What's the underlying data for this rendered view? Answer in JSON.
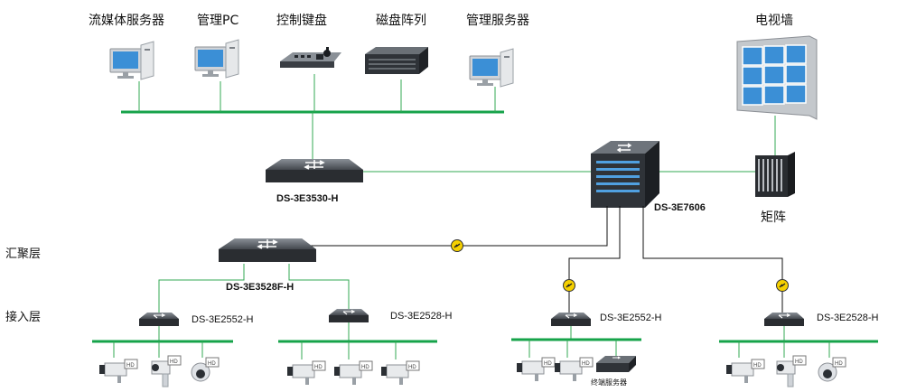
{
  "top_devices": {
    "streaming_server": "流媒体服务器",
    "admin_pc": "管理PC",
    "control_keyboard": "控制键盘",
    "disk_array": "磁盘阵列",
    "admin_server": "管理服务器",
    "video_wall": "电视墙"
  },
  "core": {
    "switch_left": "DS-3E3530-H",
    "core_switch": "DS-3E7606",
    "matrix": "矩阵"
  },
  "layers": {
    "aggregation": "汇聚层",
    "access": "接入层"
  },
  "aggregation": {
    "switch": "DS-3E3528F-H"
  },
  "access_switches": [
    {
      "model": "DS-3E2552-H"
    },
    {
      "model": "DS-3E2528-H"
    },
    {
      "model": "DS-3E2552-H"
    },
    {
      "model": "DS-3E2528-H"
    }
  ],
  "terminal_server": "终端服务器",
  "colors": {
    "link": "#33a853",
    "bus": "#16a34a",
    "fiber": "#111111",
    "fiber_badge": "#f5d000"
  }
}
